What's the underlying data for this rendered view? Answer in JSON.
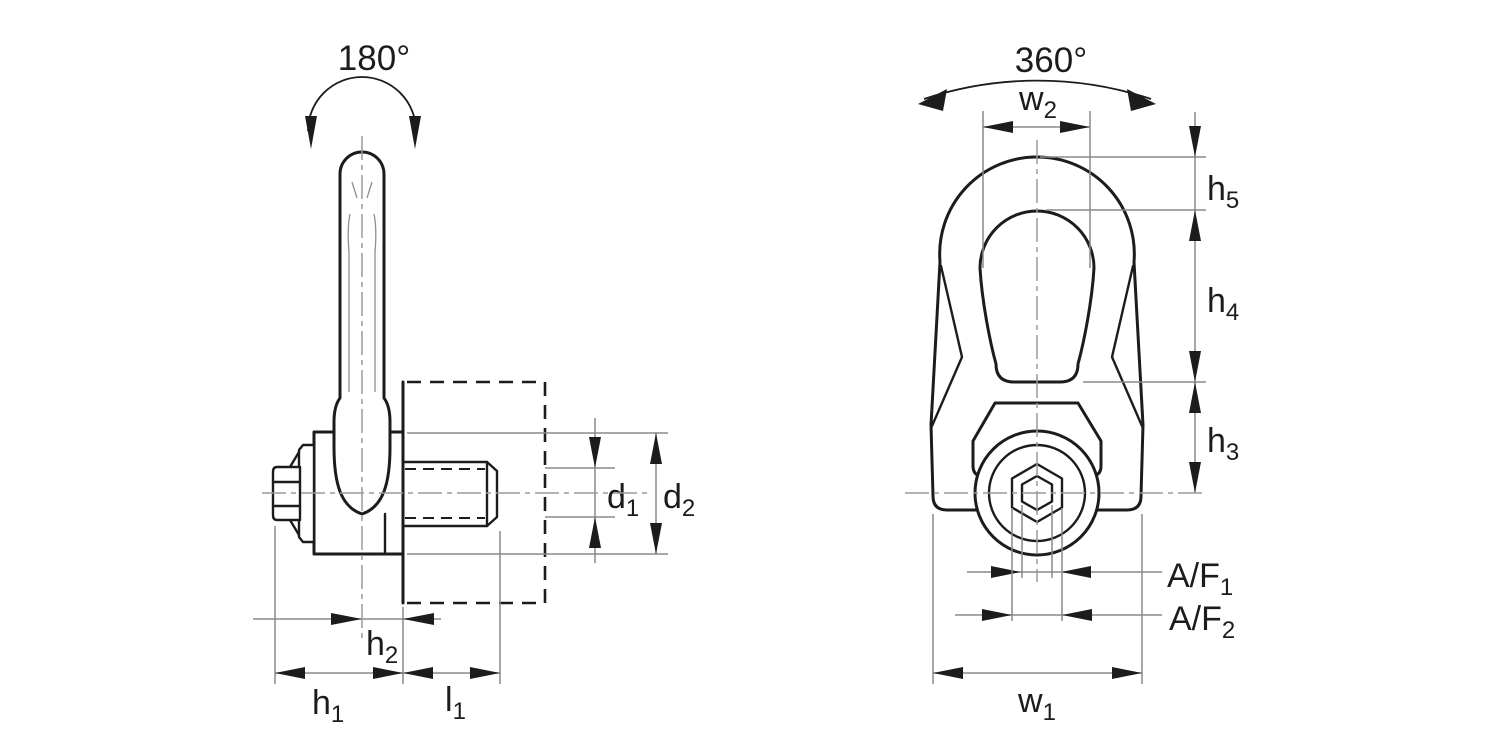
{
  "labels": {
    "rotation_side": "180°",
    "rotation_front": "360°",
    "w2": {
      "base": "w",
      "sub": "2"
    },
    "h5": {
      "base": "h",
      "sub": "5"
    },
    "h4": {
      "base": "h",
      "sub": "4"
    },
    "h3": {
      "base": "h",
      "sub": "3"
    },
    "d1": {
      "base": "d",
      "sub": "1"
    },
    "d2": {
      "base": "d",
      "sub": "2"
    },
    "h2": {
      "base": "h",
      "sub": "2"
    },
    "h1": {
      "base": "h",
      "sub": "1"
    },
    "l1": {
      "base": "l",
      "sub": "1"
    },
    "af1": {
      "base": "A/F",
      "sub": "1"
    },
    "af2": {
      "base": "A/F",
      "sub": "2"
    },
    "w1": {
      "base": "w",
      "sub": "1"
    }
  },
  "colors": {
    "outline": "#1c1c1c",
    "dimension_lines": "#8a8a8a",
    "background": "#ffffff"
  }
}
